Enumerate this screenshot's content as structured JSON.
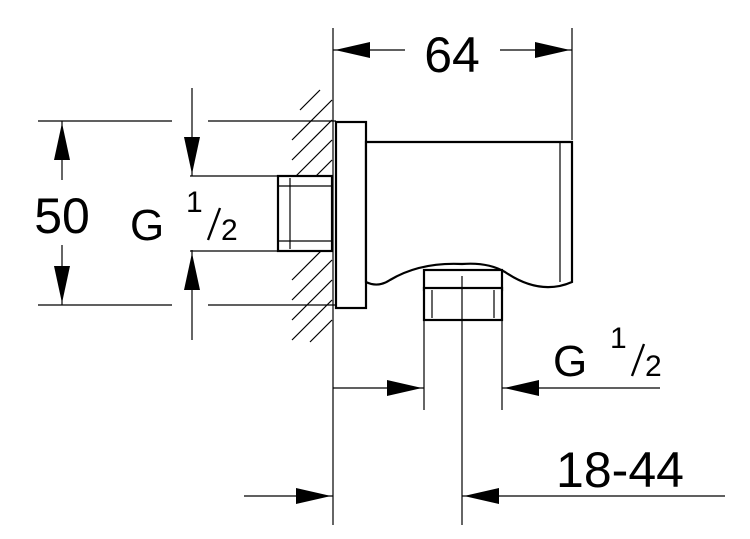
{
  "dimensions": {
    "width_total": "64",
    "height": "50",
    "wall_thread": {
      "letter": "G",
      "numerator": "1",
      "denominator": "2"
    },
    "outlet_thread": {
      "letter": "G",
      "numerator": "1",
      "denominator": "2"
    },
    "offset_range": "18-44"
  },
  "colors": {
    "line": "#000000",
    "background": "#ffffff"
  }
}
